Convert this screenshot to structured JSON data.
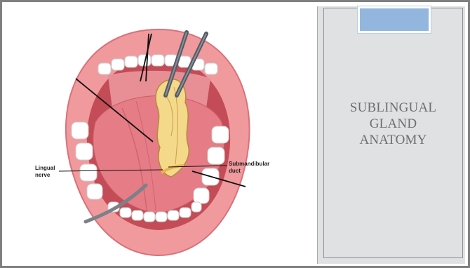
{
  "slide": {
    "title": "SUBLINGUAL\nGLAND\nANATOMY",
    "accent_color": "#93b6de",
    "panel_color": "#dfe1e3"
  },
  "illustration": {
    "labels": {
      "lingual_nerve": "Lingual\nnerve",
      "submandibular_duct": "Submandibular\nduct"
    }
  }
}
